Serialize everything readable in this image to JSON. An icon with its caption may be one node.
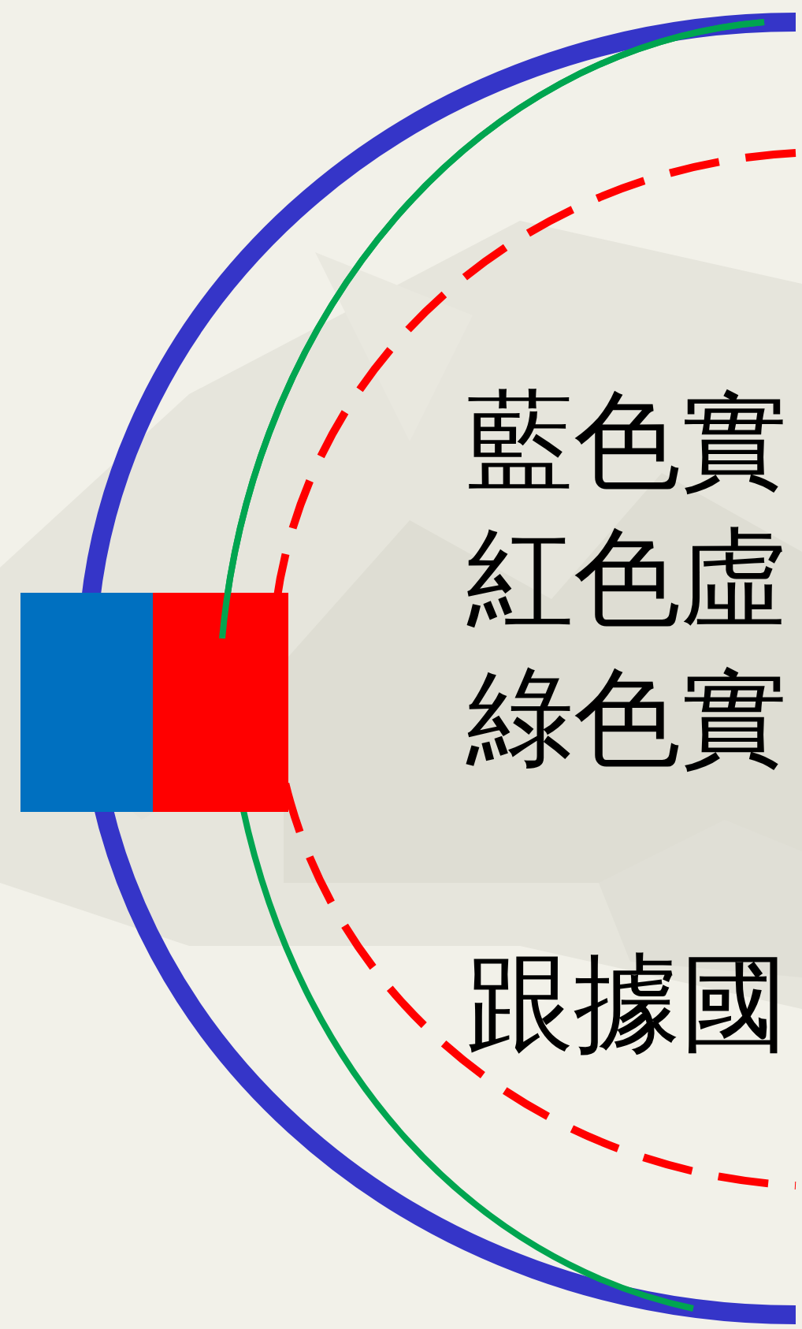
{
  "diagram": {
    "labels": [
      "藍色實",
      "紅色虛",
      "綠色實",
      "跟據國"
    ]
  }
}
